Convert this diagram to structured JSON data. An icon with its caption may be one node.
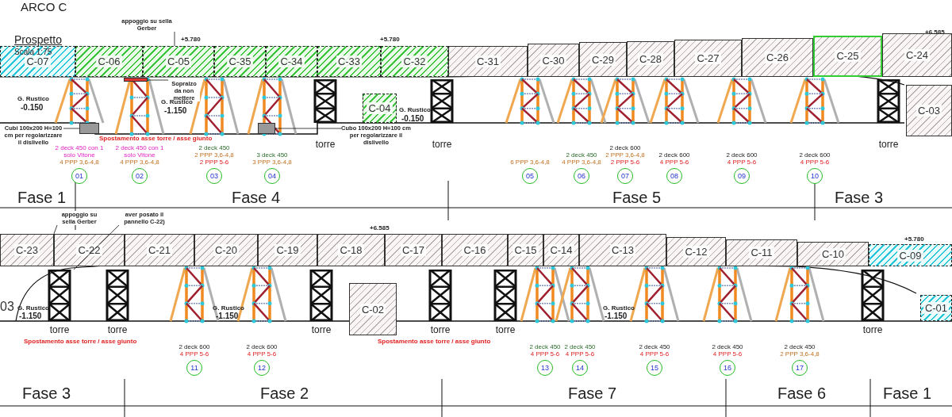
{
  "diagram": {
    "title": "ARCO C",
    "nodes": [
      {
        "text": [
          "C-07"
        ]
      },
      {
        "text": [
          "C-06"
        ]
      },
      {
        "text": [
          "C-05"
        ]
      },
      {
        "text": [
          "C-35"
        ]
      },
      {
        "text": [
          "C-34"
        ]
      },
      {
        "text": [
          "C-33"
        ]
      },
      {
        "text": [
          "C-32"
        ]
      },
      {
        "text": [
          "C-31"
        ]
      },
      {
        "text": [
          "C-30"
        ]
      },
      {
        "text": [
          "C-29"
        ]
      },
      {
        "text": [
          "C-28"
        ]
      },
      {
        "text": [
          "C-27"
        ]
      },
      {
        "text": [
          "C-26"
        ]
      },
      {
        "text": [
          "C-25"
        ]
      },
      {
        "text": [
          "C-24"
        ]
      },
      {
        "text": [
          "C-04"
        ]
      },
      {
        "text": [
          "C-03"
        ]
      },
      {
        "text": [
          "01"
        ],
        "beside": [
          "2 deck 450 con 1 solo Vitone",
          "4 PPP 3,6-4,8"
        ]
      },
      {
        "text": [
          "02"
        ],
        "beside": [
          "2 deck 450 con 1 solo Vitone",
          "4 PPP 3,6-4,8"
        ]
      },
      {
        "text": [
          "03"
        ],
        "beside": [
          "2 deck 450",
          "2 PPP 3,6-4,8",
          "2 PPP 5-6"
        ]
      },
      {
        "text": [
          "04"
        ],
        "beside": [
          "3 deck 450",
          "3 PPP 3,6-4,8"
        ]
      },
      {
        "text": [
          "05"
        ],
        "beside": [
          "6 PPP 3,6-4,8"
        ]
      },
      {
        "text": [
          "06"
        ],
        "beside": [
          "2 deck 450",
          "4 PPP 3,6-4,8"
        ]
      },
      {
        "text": [
          "07"
        ],
        "beside": [
          "2 deck 600",
          "2 PPP 3,6-4,8",
          "2 PPP 5-6"
        ]
      },
      {
        "text": [
          "08"
        ],
        "beside": [
          "2 deck 600",
          "4 PPP 5-6"
        ]
      },
      {
        "text": [
          "09"
        ],
        "beside": [
          "2 deck 600",
          "4 PPP 5-6"
        ]
      },
      {
        "text": [
          "10"
        ],
        "beside": [
          "2 deck 600",
          "4 PPP 5-6"
        ]
      },
      {
        "text": [
          "torre"
        ]
      },
      {
        "text": [
          "torre"
        ]
      },
      {
        "text": [
          "torre"
        ]
      },
      {
        "text": [
          "appoggio su sella Gerber"
        ]
      },
      {
        "text": [
          "Sopralzo da non mettere"
        ]
      },
      {
        "text": [
          "Cubi 100x200 H=100 cm per regolarizzare il dislivello"
        ]
      },
      {
        "text": [
          "Cubo 100x200 H=100 cm per regolarizzare il dislivello"
        ]
      },
      {
        "text": [
          "C-23"
        ]
      },
      {
        "text": [
          "C-22"
        ]
      },
      {
        "text": [
          "C-21"
        ]
      },
      {
        "text": [
          "C-20"
        ]
      },
      {
        "text": [
          "C-19"
        ]
      },
      {
        "text": [
          "C-18"
        ]
      },
      {
        "text": [
          "C-17"
        ]
      },
      {
        "text": [
          "C-16"
        ]
      },
      {
        "text": [
          "C-15"
        ]
      },
      {
        "text": [
          "C-14"
        ]
      },
      {
        "text": [
          "C-13"
        ]
      },
      {
        "text": [
          "C-12"
        ]
      },
      {
        "text": [
          "C-11"
        ]
      },
      {
        "text": [
          "C-10"
        ]
      },
      {
        "text": [
          "C-09"
        ]
      },
      {
        "text": [
          "C-02"
        ]
      },
      {
        "text": [
          "C-01"
        ]
      },
      {
        "text": [
          "11"
        ],
        "beside": [
          "2 deck 600",
          "4 PPP 5-6"
        ]
      },
      {
        "text": [
          "12"
        ],
        "beside": [
          "2 deck 600",
          "4 PPP 5-6"
        ]
      },
      {
        "text": [
          "13"
        ],
        "beside": [
          "2 deck 450",
          "4 PPP 5-6"
        ]
      },
      {
        "text": [
          "14"
        ],
        "beside": [
          "2 deck 450",
          "4 PPP 5-6"
        ]
      },
      {
        "text": [
          "15"
        ],
        "beside": [
          "2 deck 450",
          "4 PPP 5-6"
        ]
      },
      {
        "text": [
          "16"
        ],
        "beside": [
          "2 deck 450",
          "4 PPP 5-6"
        ]
      },
      {
        "text": [
          "17"
        ],
        "beside": [
          "2 deck 450",
          "2 PPP 3,6-4,8"
        ]
      },
      {
        "text": [
          "torre"
        ]
      },
      {
        "text": [
          "torre"
        ]
      },
      {
        "text": [
          "torre"
        ]
      },
      {
        "text": [
          "torre"
        ]
      },
      {
        "text": [
          "torre"
        ]
      },
      {
        "text": [
          "torre"
        ]
      },
      {
        "text": [
          "appoggio su sella Gerber"
        ]
      },
      {
        "text": [
          "aver posato il pannello C-22)"
        ]
      },
      {
        "text": [],
        "shape": "bar"
      },
      {
        "text": [],
        "shape": "box"
      },
      {
        "text": [],
        "shape": "box"
      }
    ],
    "edges": [
      {
        "from": 30,
        "to": 2,
        "arrow": "none"
      },
      {
        "from": 31,
        "to": 66,
        "arrow": "none"
      },
      {
        "from": 32,
        "to": 67,
        "arrow": "none"
      },
      {
        "from": 33,
        "to": 68,
        "arrow": "none"
      },
      {
        "from": 64,
        "to": 34,
        "arrow": "none"
      },
      {
        "from": 65,
        "to": 58,
        "arrow": "none"
      }
    ],
    "labels": [
      "Prospetto",
      "Scala 1:75",
      "+5.780",
      "+5.780",
      "+6.585",
      "G. Rustico",
      "-0.150",
      "G. Rustico",
      "-1.150",
      "G. Rustico",
      "-0.150",
      "Spostamento asse torre / asse giunto",
      "Fase 1",
      "Fase 4",
      "Fase 5",
      "Fase 3",
      "+6.585",
      "+5.780",
      "03",
      "G. Rustico",
      "-1.150",
      "G. Rustico",
      "-1.150",
      "G. Rustico",
      "-1.150",
      "Spostamento asse torre / asse giunto",
      "Spostamento asse torre / asse giunto",
      "Fase 3",
      "Fase 2",
      "Fase 7",
      "Fase 6",
      "Fase 1"
    ]
  }
}
